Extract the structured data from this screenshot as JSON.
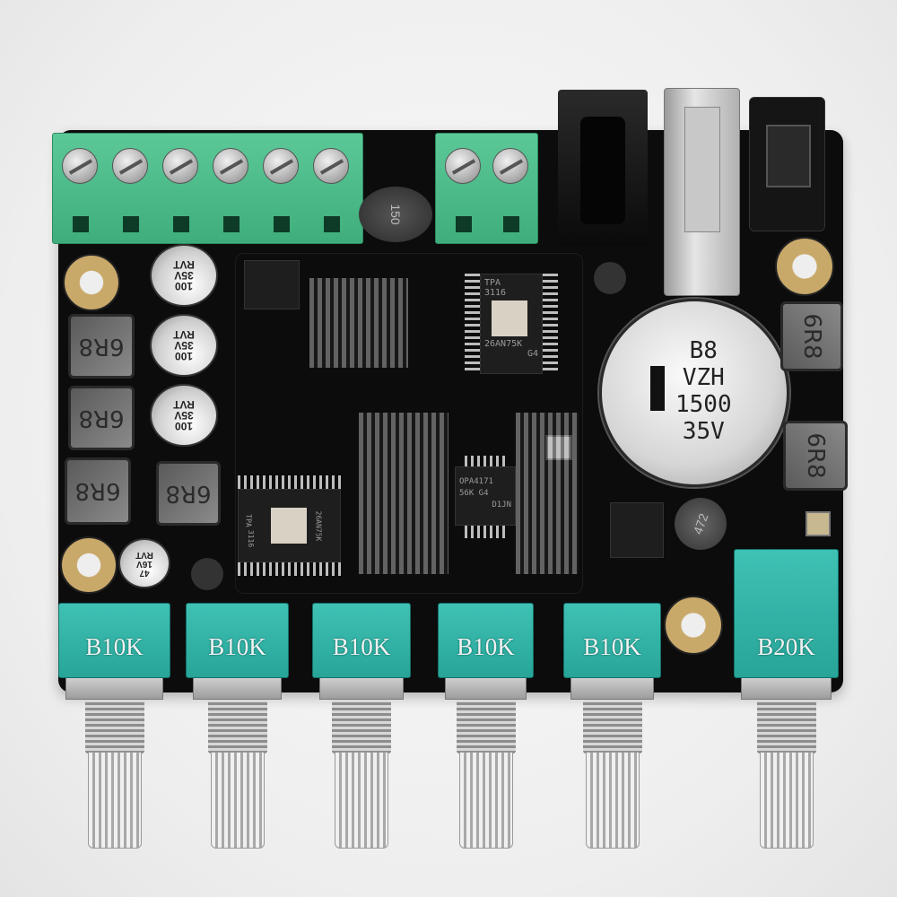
{
  "board": {
    "pot_labels": [
      "B10K",
      "B10K",
      "B10K",
      "B10K",
      "B10K",
      "B20K"
    ],
    "main_cap": {
      "line1": "B8",
      "line2": "VZH",
      "line3": "1500",
      "line4": "35V"
    },
    "small_caps": [
      {
        "value": "100",
        "voltage": "35V",
        "series": "RVT"
      },
      {
        "value": "100",
        "voltage": "35V",
        "series": "RVT"
      },
      {
        "value": "100",
        "voltage": "35V",
        "series": "RVT"
      },
      {
        "value": "47",
        "voltage": "16V",
        "series": "RVT"
      }
    ],
    "inductors": [
      "6R8",
      "6R8",
      "6R8",
      "6R8",
      "6R8",
      "6R8"
    ],
    "round_inductors": [
      "150",
      "472"
    ],
    "amp_chip_top": {
      "line1": "TPA",
      "line2": "3116",
      "line3": "26AN75K",
      "line4": "G4"
    },
    "amp_chip_bottom": {
      "line1": "TPA",
      "line2": "3116",
      "line3": "26AN75K"
    },
    "opamp_chip": {
      "line1": "OPA4171",
      "line2": "56K G4",
      "line3": "D1JN"
    },
    "colors": {
      "pcb": "#0c0c0c",
      "terminal": "#4dbb88",
      "pot": "#31b3a6"
    }
  }
}
